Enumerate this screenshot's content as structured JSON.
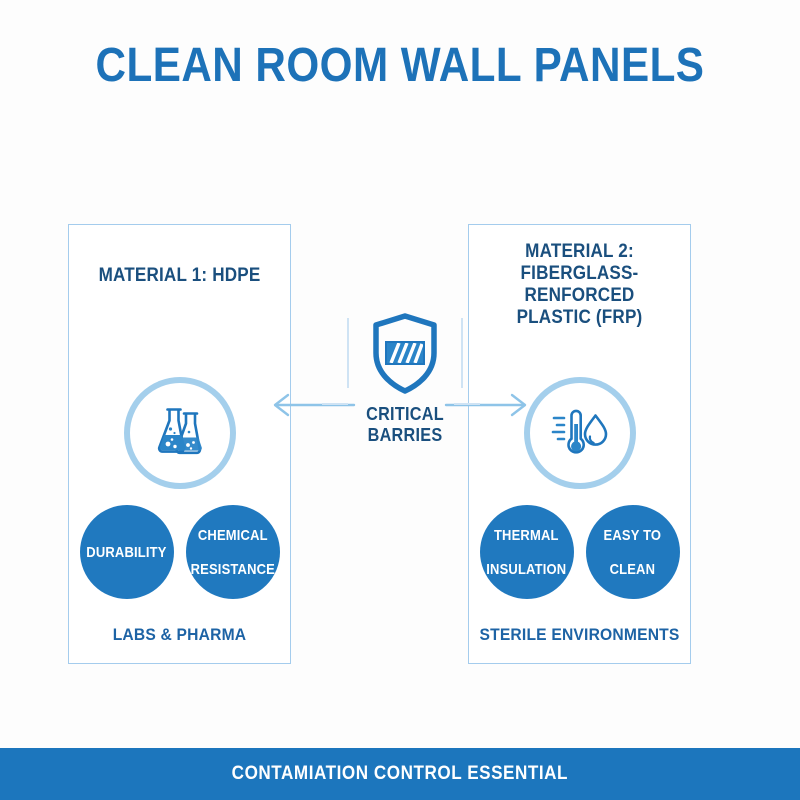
{
  "page": {
    "title": "CLEAN ROOM WALL PANELS",
    "background_color": "#fdfdfd",
    "accent_color": "#1d72b8",
    "accent_dark_color": "#1a4f7e",
    "accent_light_color": "#a4cfec",
    "circle_fill_color": "#2079bf"
  },
  "hub": {
    "icon": "shield-icon",
    "label_line1": "CRITICAL",
    "label_line2": "BARRIES",
    "arrow_left": "arrow-left-icon",
    "arrow_right": "arrow-right-icon"
  },
  "panels": [
    {
      "id": "material-1",
      "heading_lines": [
        "MATERIAL 1: HDPE"
      ],
      "icon": "flasks-icon",
      "features": [
        {
          "lines": [
            "DURABILITY"
          ]
        },
        {
          "lines": [
            "CHEMICAL",
            "RESISTANCE"
          ]
        }
      ],
      "footer": "LABS & PHARMA"
    },
    {
      "id": "material-2",
      "heading_lines": [
        "MATERIAL 2:",
        "FIBERGLASS-RENFORCED",
        "PLASTIC (FRP)"
      ],
      "icon": "thermometer-droplet-icon",
      "features": [
        {
          "lines": [
            "THERMAL",
            "INSULATION"
          ]
        },
        {
          "lines": [
            "EASY TO",
            "CLEAN"
          ]
        }
      ],
      "footer": "STERILE ENVIRONMENTS"
    }
  ],
  "footer_bar": {
    "text": "CONTAMIATION CONTROL ESSENTIAL",
    "background_color": "#1c76bd"
  }
}
